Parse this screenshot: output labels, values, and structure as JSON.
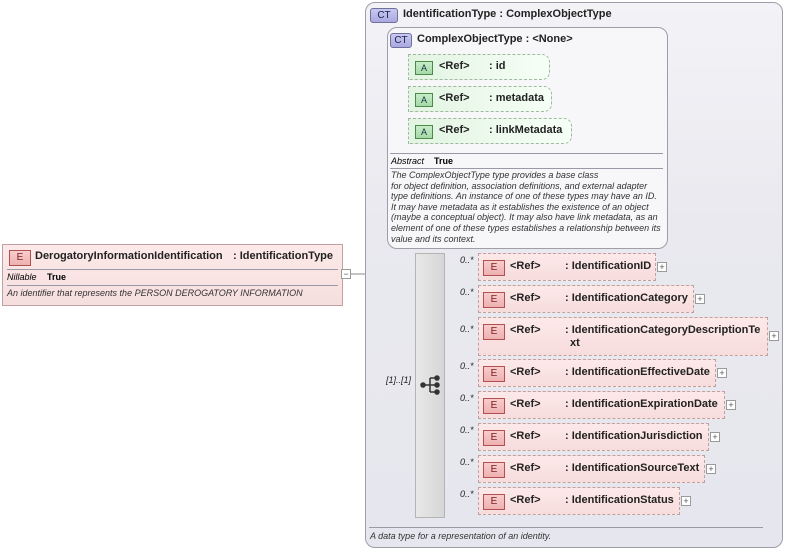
{
  "root": {
    "badge": "E",
    "name": "DerogatoryInformationIdentification",
    "type": ": IdentificationType",
    "prop_label": "Nillable",
    "prop_value": "True",
    "doc": "An identifier that represents the PERSON DEROGATORY INFORMATION",
    "collapse_symbol": "−"
  },
  "outer_type": {
    "badge": "CT",
    "title": "IdentificationType : ComplexObjectType",
    "doc": "A data type for a representation of an identity."
  },
  "inner_type": {
    "badge": "CT",
    "title": "ComplexObjectType : <None>",
    "attributes": [
      {
        "badge": "A",
        "ref": "<Ref>",
        "name": ": id"
      },
      {
        "badge": "A",
        "ref": "<Ref>",
        "name": ": metadata"
      },
      {
        "badge": "A",
        "ref": "<Ref>",
        "name": ": linkMetadata"
      }
    ],
    "prop_label": "Abstract",
    "prop_value": "True",
    "doc_lines": [
      "The ComplexObjectType type provides a base class",
      "for object definition, association definitions, and external adapter",
      "type definitions. An instance of one of these types may have an ID.",
      "It may have metadata as it establishes the existence of an object",
      "(maybe a conceptual object). It may also have link metadata, as an",
      "element of one of these types establishes a relationship between its",
      "value and its context."
    ]
  },
  "sequence": {
    "multiplicity": "[1]..[1]",
    "icon": "sequence-compositor",
    "elements": [
      {
        "mult": "0..*",
        "badge": "E",
        "ref": "<Ref>",
        "name": ": IdentificationID",
        "plus": "+"
      },
      {
        "mult": "0..*",
        "badge": "E",
        "ref": "<Ref>",
        "name": ": IdentificationCategory",
        "plus": "+"
      },
      {
        "mult": "0..*",
        "badge": "E",
        "ref": "<Ref>",
        "name": ": IdentificationCategoryDescriptionTe",
        "name2": "xt",
        "plus": "+"
      },
      {
        "mult": "0..*",
        "badge": "E",
        "ref": "<Ref>",
        "name": ": IdentificationEffectiveDate",
        "plus": "+"
      },
      {
        "mult": "0..*",
        "badge": "E",
        "ref": "<Ref>",
        "name": ": IdentificationExpirationDate",
        "plus": "+"
      },
      {
        "mult": "0..*",
        "badge": "E",
        "ref": "<Ref>",
        "name": ": IdentificationJurisdiction",
        "plus": "+"
      },
      {
        "mult": "0..*",
        "badge": "E",
        "ref": "<Ref>",
        "name": ": IdentificationSourceText",
        "plus": "+"
      },
      {
        "mult": "0..*",
        "badge": "E",
        "ref": "<Ref>",
        "name": ": IdentificationStatus",
        "plus": "+"
      }
    ]
  }
}
